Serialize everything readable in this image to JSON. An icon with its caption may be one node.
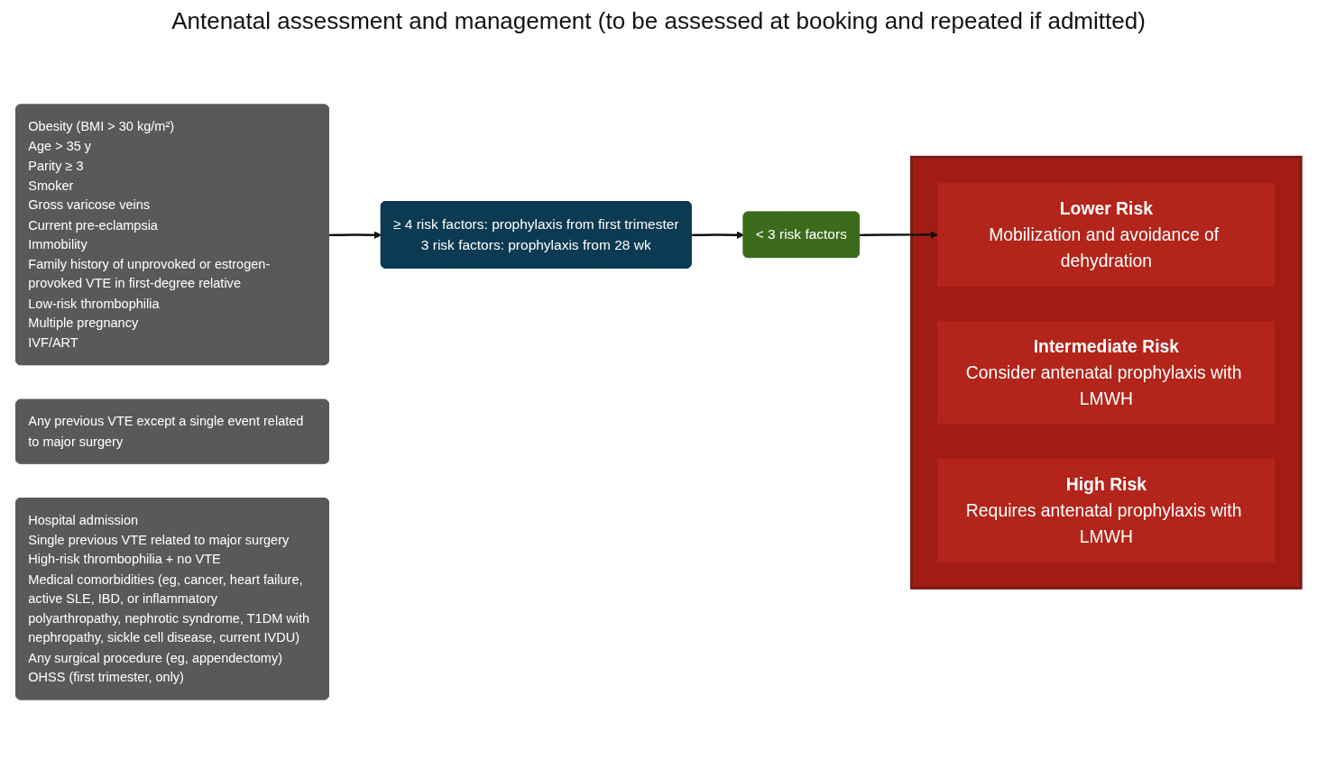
{
  "diagram": {
    "title": "Antenatal assessment and management (to be assessed at booking and repeated if admitted)",
    "nodes": [
      {
        "text": [
          "Obesity (BMI > 30 kg/m²)",
          "Age > 35 y",
          "Parity ≥ 3",
          "Smoker",
          "Gross varicose veins",
          "Current pre-eclampsia",
          "Immobility",
          "Family history of unprovoked or estrogen-provoked VTE in first-degree relative",
          "Low-risk thrombophilia",
          "Multiple pregnancy",
          "IVF/ART"
        ]
      },
      {
        "text": [],
        "shape": "arrow"
      },
      {
        "text": [
          "Lower Risk",
          "Mobilization and avoidance of dehydration"
        ],
        "in": 1
      },
      {
        "text": [
          "Intermediate Risk",
          "Consider antenatal prophylaxis with LMWH"
        ],
        "in": 1
      },
      {
        "text": [
          "High Risk",
          "Requires antenatal prophylaxis with LMWH"
        ],
        "in": 1
      },
      {
        "text": [
          "Any previous VTE except a single event related to major surgery"
        ]
      },
      {
        "text": [
          "< 3 risk factors"
        ]
      },
      {
        "text": [
          "Hospital admission",
          "Single previous VTE related to major surgery",
          "High-risk thrombophilia + no VTE",
          "Medical comorbidities (eg, cancer, heart failure, active SLE, IBD, or inflammatory polyarthropathy, nephrotic syndrome, T1DM with nephropathy, sickle cell disease, current IVDU)",
          "Any surgical procedure (eg, appendectomy)",
          "OHSS (first trimester, only)"
        ]
      },
      {
        "text": [
          "≥ 4 risk factors: prophylaxis from first trimester",
          "3 risk factors: prophylaxis from 28 wk"
        ]
      }
    ],
    "edges": [
      {
        "from": 0,
        "to": 8,
        "arrow": "to"
      },
      {
        "from": 8,
        "to": 6,
        "arrow": "to"
      },
      {
        "from": 6,
        "to": 2,
        "arrow": "to"
      }
    ]
  }
}
